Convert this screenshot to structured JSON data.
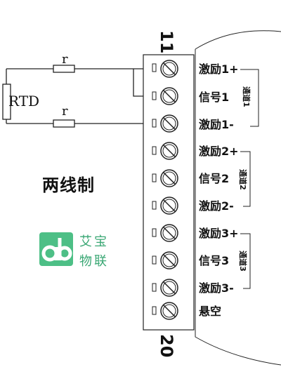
{
  "pins": {
    "top": "11",
    "bottom": "20"
  },
  "sensor": {
    "rtd": "RTD",
    "r_top": "r",
    "r_bottom": "r"
  },
  "mode_title": "两线制",
  "logo": {
    "line1": "艾宝",
    "line2": "物联"
  },
  "terminals": [
    "激励1+",
    "信号1",
    "激励1-",
    "激励2+",
    "信号2",
    "激励2-",
    "激励3+",
    "信号3",
    "激励3-",
    "悬空"
  ],
  "channels": [
    "通道1",
    "通道2",
    "通道3"
  ]
}
